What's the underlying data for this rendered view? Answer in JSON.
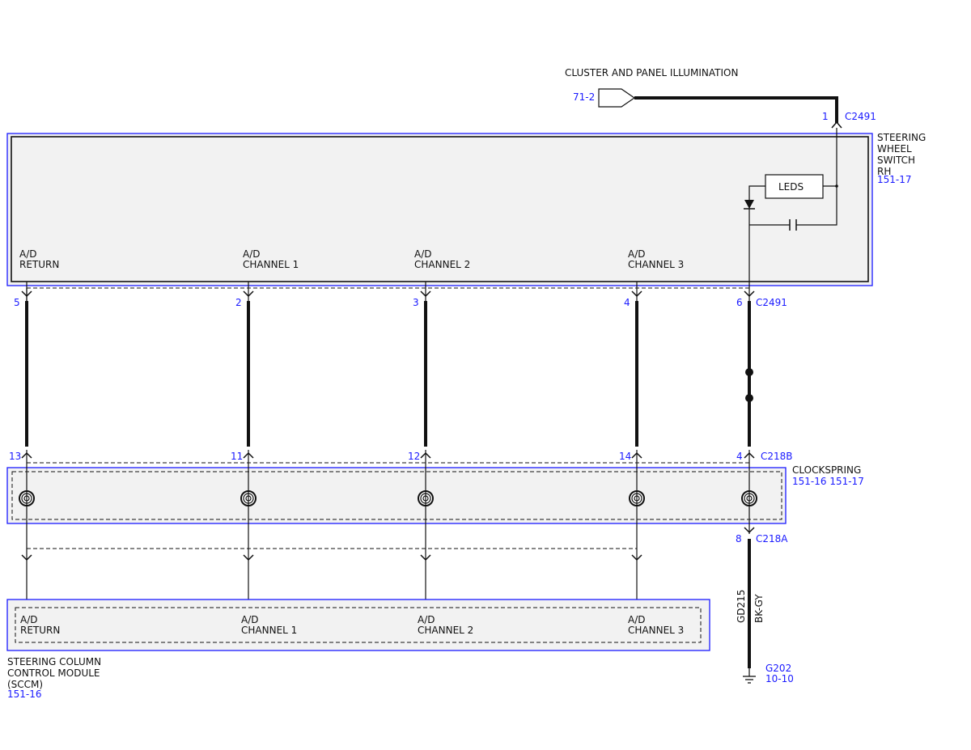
{
  "title": "CLUSTER AND PANEL ILLUMINATION",
  "source_ref": "71-2",
  "steering_wheel_switch": {
    "name_lines": [
      "STEERING",
      "WHEEL",
      "SWITCH",
      "RH"
    ],
    "ref": "151-17",
    "leds_label": "LEDS",
    "pins": [
      "A/D\nRETURN",
      "A/D\nCHANNEL 1",
      "A/D\nCHANNEL 2",
      "A/D\nCHANNEL 3"
    ]
  },
  "connectors": {
    "c2491": "C2491",
    "c218b": "C218B",
    "c218a": "C218A"
  },
  "top_pin": "1",
  "c2491_pins": [
    "5",
    "2",
    "3",
    "4",
    "6"
  ],
  "c218b_pins": [
    "13",
    "11",
    "12",
    "14",
    "4"
  ],
  "c218a_pin": "8",
  "clockspring": {
    "name": "CLOCKSPRING",
    "refs": "151-16  151-17"
  },
  "sccm": {
    "name_lines": [
      "STEERING COLUMN",
      "CONTROL MODULE",
      "(SCCM)"
    ],
    "ref": "151-16",
    "pins": [
      "A/D\nRETURN",
      "A/D\nCHANNEL 1",
      "A/D\nCHANNEL 2",
      "A/D\nCHANNEL 3"
    ]
  },
  "ground_wire": {
    "circuit": "GD215",
    "color": "BK-GY"
  },
  "ground": {
    "name": "G202",
    "ref": "10-10"
  },
  "colors": {
    "ref_blue": "#1a1aff",
    "wire": "#111111",
    "component_fill": "#f2f2f2"
  }
}
